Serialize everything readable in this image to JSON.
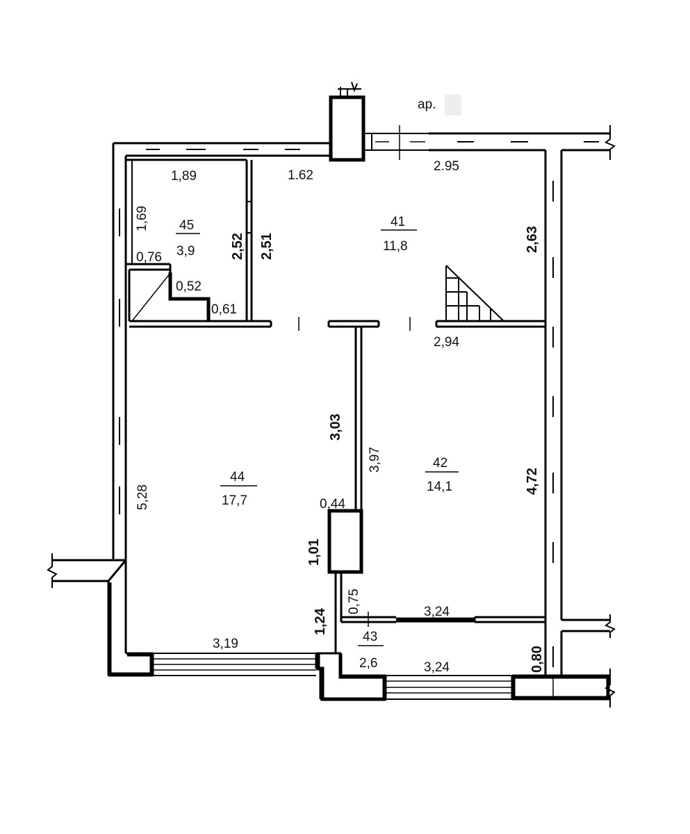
{
  "note": "ар.",
  "rooms": {
    "r41": {
      "num": "41",
      "area": "11,8"
    },
    "r42": {
      "num": "42",
      "area": "14,1"
    },
    "r43": {
      "num": "43",
      "area": "2,6"
    },
    "r44": {
      "num": "44",
      "area": "17,7"
    },
    "r45": {
      "num": "45",
      "area": "3,9"
    }
  },
  "dims": {
    "d1_89": "1,89",
    "d1_62": "1.62",
    "d2_95": "2.95",
    "d1_69": "1,69",
    "d2_52": "2,52",
    "d2_51": "2,51",
    "d2_63": "2,63",
    "d0_76": "0,76",
    "d0_52": "0,52",
    "d0_61": "0,61",
    "d2_94": "2,94",
    "d3_03": "3,03",
    "d3_97": "3,97",
    "d4_72": "4,72",
    "d5_28": "5,28",
    "d0_44": "0,44",
    "d1_01": "1,01",
    "d0_75": "0,75",
    "d1_24": "1,24",
    "d3_24a": "3,24",
    "d3_19": "3,19",
    "d3_24b": "3,24",
    "d0_80": "0,80"
  }
}
